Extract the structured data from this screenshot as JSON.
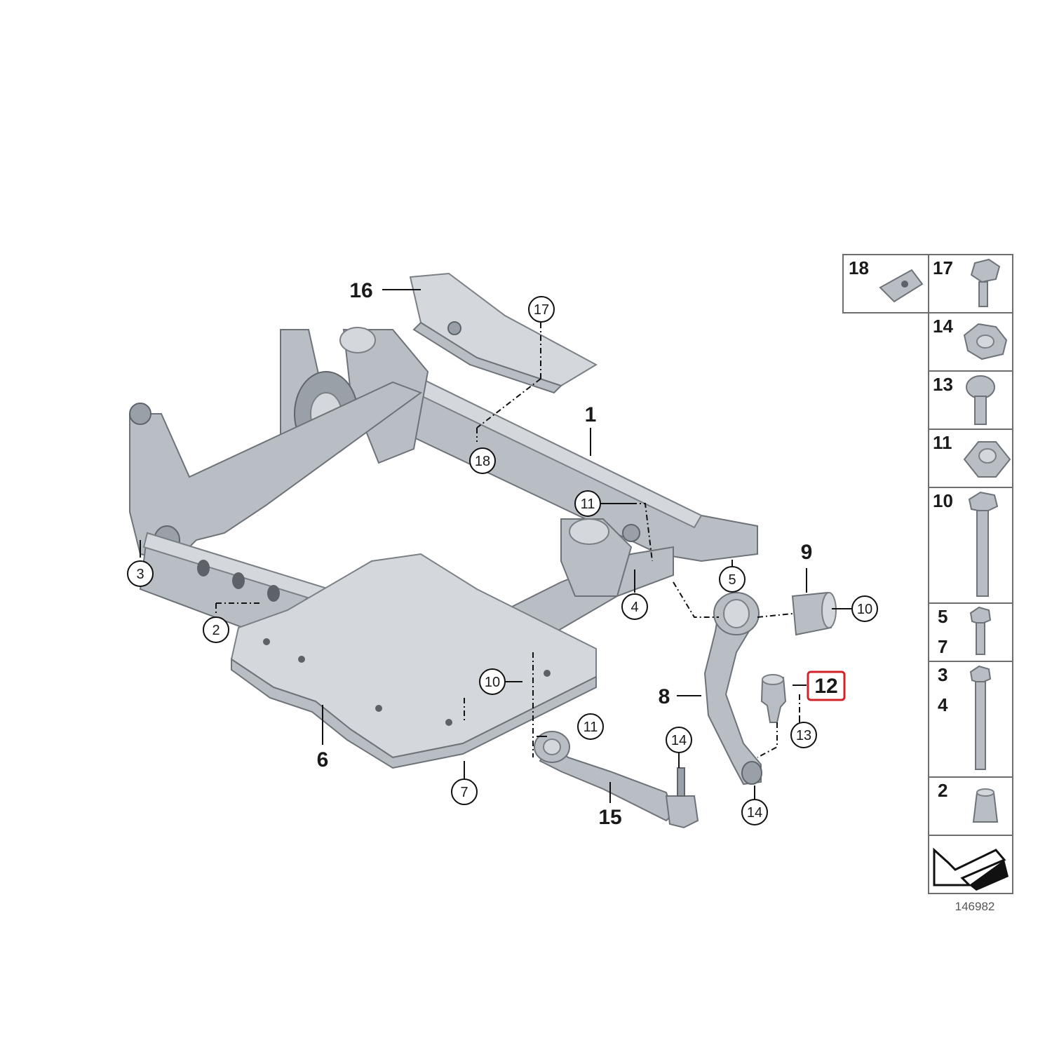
{
  "diagram": {
    "drawing_number": "146982",
    "highlighted_part": "12",
    "callouts": {
      "c1": "1",
      "c2": "2",
      "c3": "3",
      "c4": "4",
      "c5": "5",
      "c6": "6",
      "c7": "7",
      "c8": "8",
      "c9": "9",
      "c10a": "10",
      "c10b": "10",
      "c11a": "11",
      "c11b": "11",
      "c12": "12",
      "c13": "13",
      "c14a": "14",
      "c14b": "14",
      "c15": "15",
      "c16": "16",
      "c17": "17",
      "c18": "18"
    },
    "sidebar": [
      "18",
      "17",
      "14",
      "13",
      "11",
      "10",
      "5",
      "7",
      "3",
      "4",
      "2"
    ],
    "colors": {
      "highlight": "#d3232a",
      "part": "#b9bec4"
    }
  }
}
